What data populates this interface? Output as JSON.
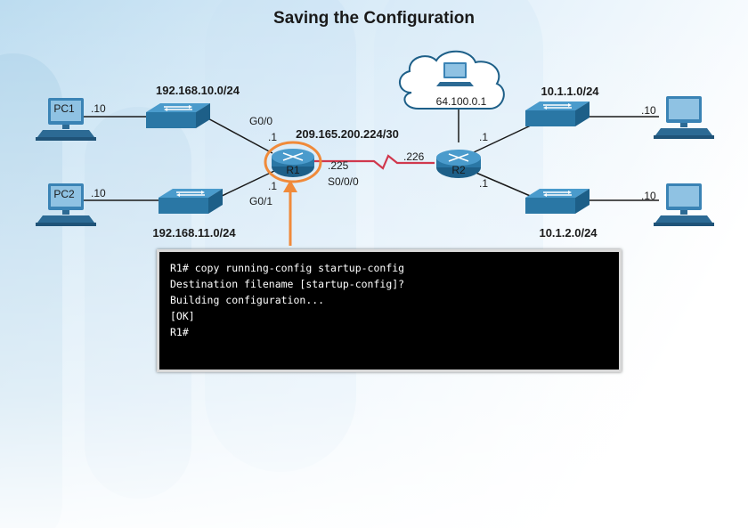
{
  "title": "Saving the Configuration",
  "networks": {
    "lan1": "192.168.10.0/24",
    "lan2": "192.168.11.0/24",
    "wan": "209.165.200.224/30",
    "r2_lan1": "10.1.1.0/24",
    "r2_lan2": "10.1.2.0/24"
  },
  "devices": {
    "pc1": "PC1",
    "pc2": "PC2",
    "r1": "R1",
    "r2": "R2",
    "cloud_host": "64.100.0.1"
  },
  "interfaces": {
    "r1_g00": "G0/0",
    "r1_g01": "G0/1",
    "r1_s000": "S0/0/0"
  },
  "addresses": {
    "pc1": ".10",
    "pc2": ".10",
    "r1_g00": ".1",
    "r1_g01": ".1",
    "r1_wan": ".225",
    "r2_wan": ".226",
    "r2_lan1": ".1",
    "r2_lan2": ".1",
    "host_r2_lan1": ".10",
    "host_r2_lan2": ".10"
  },
  "terminal": {
    "lines": [
      "R1# copy running-config startup-config",
      "Destination filename [startup-config]?",
      "Building configuration...",
      "[OK]",
      "R1#"
    ]
  },
  "colors": {
    "router_blue": "#2f7fb0",
    "switch_blue": "#2a77a5",
    "highlight_orange": "#f08a3a",
    "serial_red": "#d0384d",
    "terminal_bg": "#000000"
  }
}
